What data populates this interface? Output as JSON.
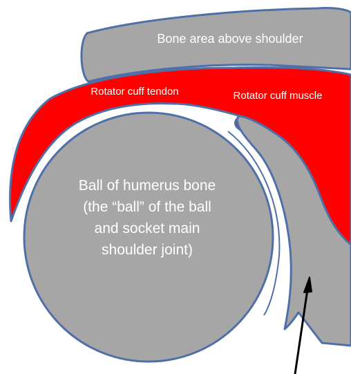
{
  "labels": {
    "bone_above": "Bone area above shoulder",
    "tendon": "Rotator cuff tendon",
    "muscle": "Rotator cuff muscle",
    "humerus_lines": [
      "Ball of humerus bone",
      "(the “ball” of the ball",
      "and socket main",
      "shoulder joint)"
    ]
  },
  "colors": {
    "bone_fill": "#a6a6a6",
    "bone_outline": "#4f6fa8",
    "tendon_fill": "#ff0000",
    "arrow": "#000000",
    "background": "#ffffff"
  }
}
